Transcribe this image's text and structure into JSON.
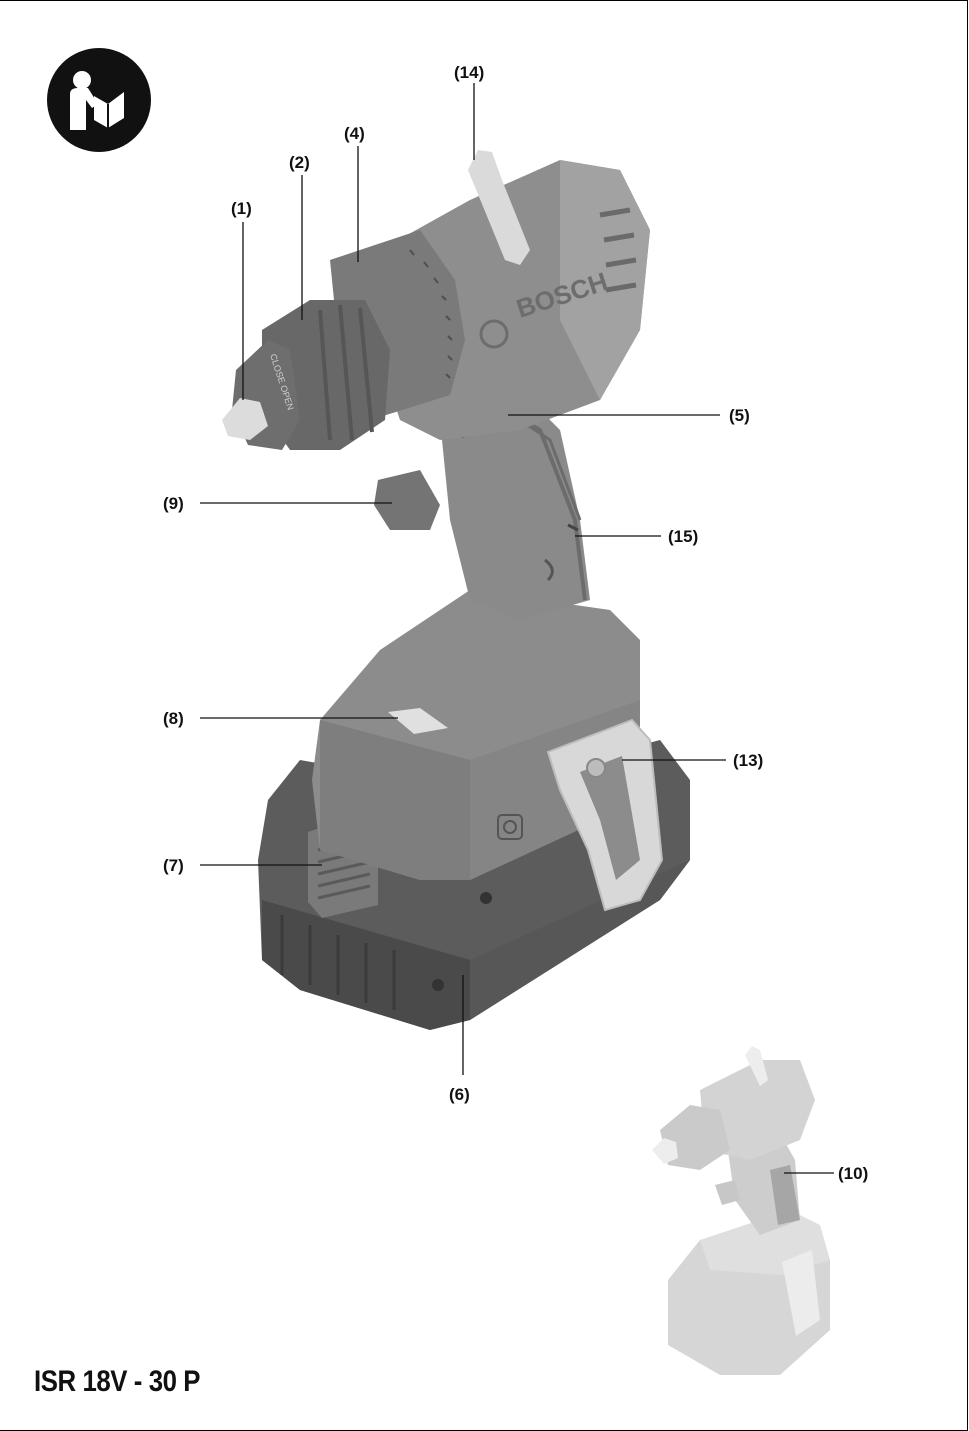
{
  "product": {
    "model": "ISR 18V - 30 P",
    "brand_mark": "BOSCH"
  },
  "chuck_markings": {
    "ring_text": "CLOSE  OPEN"
  },
  "callouts": {
    "c1": "(1)",
    "c2": "(2)",
    "c4": "(4)",
    "c5": "(5)",
    "c6": "(6)",
    "c7": "(7)",
    "c8": "(8)",
    "c9": "(9)",
    "c10": "(10)",
    "c13": "(13)",
    "c14": "(14)",
    "c15": "(15)"
  },
  "icons": {
    "manual": "read-manual-icon"
  },
  "colors": {
    "body": "#8f8f8f",
    "body_dark": "#6e6e6e",
    "battery": "#5c5c5c",
    "light_parts": "#d4d4d4",
    "ghost": "#c9c9c9"
  }
}
